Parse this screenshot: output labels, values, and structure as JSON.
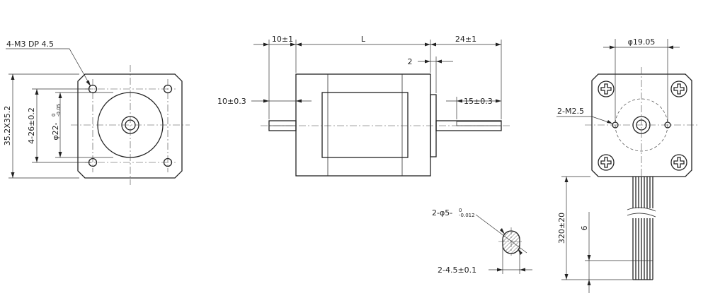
{
  "views": {
    "front": {
      "callout_mount_holes": "4-M3 DP 4.5",
      "dim_outline": "35.2X35.2",
      "dim_hole_spacing": "4-26±0.2",
      "dim_pilot_base": "φ22-",
      "dim_pilot_tol": "0\n-0.05"
    },
    "side": {
      "dim_rear_shaft_len": "10±1",
      "dim_body_len": "L",
      "dim_front_shaft_len": "24±1",
      "dim_pilot_height": "2",
      "dim_rear_flat": "10±0.3",
      "dim_front_flat": "15±0.3"
    },
    "rear": {
      "dim_circle": "φ19.05",
      "callout_holes": "2-M2.5",
      "dim_lead_len": "320±20",
      "dim_strip": "6"
    },
    "shaft_section": {
      "dim_dia_base": "2-φ5-",
      "dim_dia_tol": "0\n-0.012",
      "dim_flat": "2-4.5±0.1"
    }
  }
}
